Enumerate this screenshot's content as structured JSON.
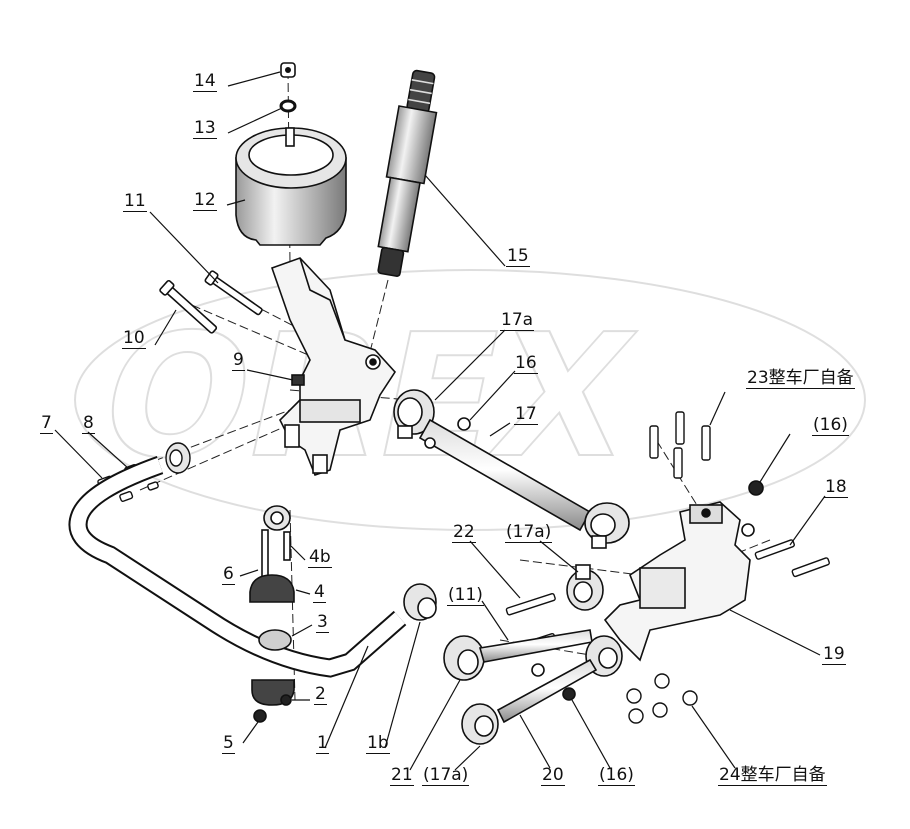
{
  "diagram": {
    "watermark": "OREX",
    "part_labels": [
      {
        "id": "14",
        "text": "14"
      },
      {
        "id": "13",
        "text": "13"
      },
      {
        "id": "12",
        "text": "12"
      },
      {
        "id": "11",
        "text": "11"
      },
      {
        "id": "15",
        "text": "15"
      },
      {
        "id": "10",
        "text": "10"
      },
      {
        "id": "9",
        "text": "9"
      },
      {
        "id": "17a-top",
        "text": "17a"
      },
      {
        "id": "16-top",
        "text": "16"
      },
      {
        "id": "23",
        "text": "23整车厂自备"
      },
      {
        "id": "7",
        "text": "7"
      },
      {
        "id": "8",
        "text": "8"
      },
      {
        "id": "17",
        "text": "17"
      },
      {
        "id": "16-right",
        "text": "(16)"
      },
      {
        "id": "18",
        "text": "18"
      },
      {
        "id": "22",
        "text": "22"
      },
      {
        "id": "17a-mid",
        "text": "(17a)"
      },
      {
        "id": "6",
        "text": "6"
      },
      {
        "id": "4b",
        "text": "4b"
      },
      {
        "id": "4",
        "text": "4"
      },
      {
        "id": "11-paren",
        "text": "(11)"
      },
      {
        "id": "3",
        "text": "3"
      },
      {
        "id": "19",
        "text": "19"
      },
      {
        "id": "2",
        "text": "2"
      },
      {
        "id": "5",
        "text": "5"
      },
      {
        "id": "1",
        "text": "1"
      },
      {
        "id": "1b",
        "text": "1b"
      },
      {
        "id": "21",
        "text": "21"
      },
      {
        "id": "17a-bottom",
        "text": "(17a)"
      },
      {
        "id": "20",
        "text": "20"
      },
      {
        "id": "16-bottom",
        "text": "(16)"
      },
      {
        "id": "24",
        "text": "24整车厂自备"
      }
    ]
  }
}
